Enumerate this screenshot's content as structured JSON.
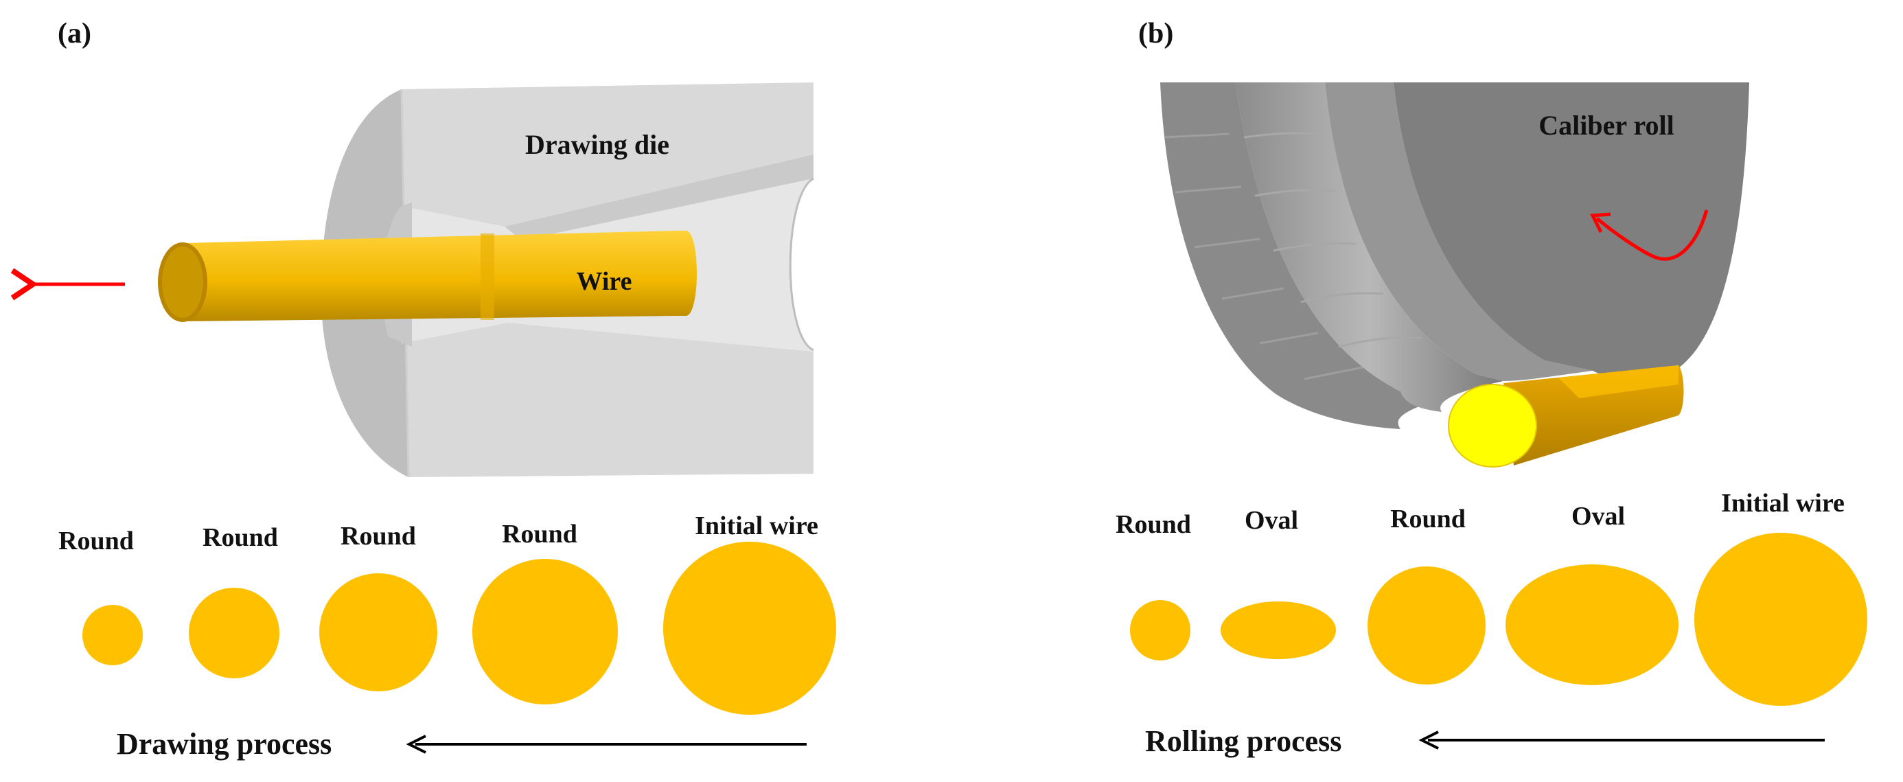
{
  "panel_a": {
    "label": "(a)",
    "die_label": "Drawing die",
    "wire_label": "Wire",
    "stages": [
      {
        "label": "Round",
        "shape": "round"
      },
      {
        "label": "Round",
        "shape": "round"
      },
      {
        "label": "Round",
        "shape": "round"
      },
      {
        "label": "Round",
        "shape": "round"
      },
      {
        "label": "Initial wire",
        "shape": "round"
      }
    ],
    "process_label": "Drawing process"
  },
  "panel_b": {
    "label": "(b)",
    "roll_label": "Caliber  roll",
    "stages": [
      {
        "label": "Round",
        "shape": "round"
      },
      {
        "label": "Oval",
        "shape": "oval"
      },
      {
        "label": "Round",
        "shape": "round"
      },
      {
        "label": "Oval",
        "shape": "oval"
      },
      {
        "label": "Initial wire",
        "shape": "round"
      }
    ],
    "process_label": "Rolling process"
  },
  "colors": {
    "wire": "#FFC000",
    "wire_dark": "#C89600",
    "wire_bright": "#FFFF00",
    "die_light": "#D9D9D9",
    "die_mid": "#BEBEBE",
    "roll": "#7F7F7F",
    "red_arrow": "#FF0000",
    "black_arrow": "#000000"
  }
}
